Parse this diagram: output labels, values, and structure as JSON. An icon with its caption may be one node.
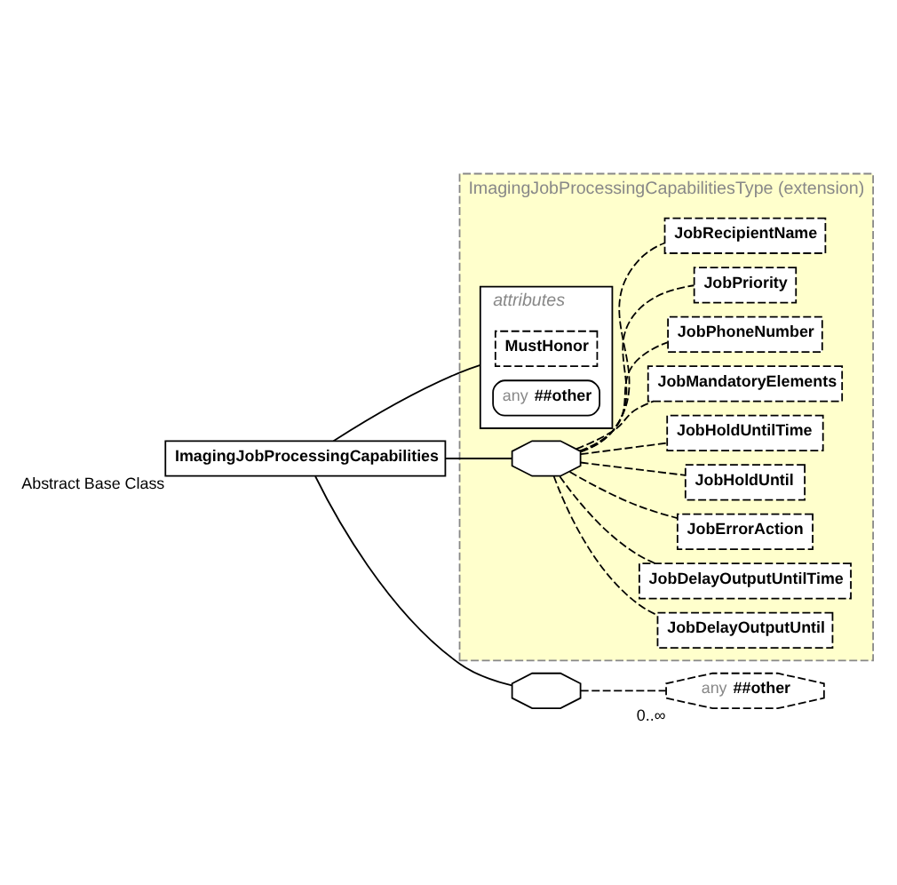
{
  "diagram": {
    "nodes": [
      {
        "text": [
          "ImagingJobProcessingCapabilities"
        ],
        "beside": [
          "Abstract Base Class"
        ]
      },
      {
        "text": [
          "ImagingJobProcessingCapabilitiesType (extension)"
        ]
      },
      {
        "text": [
          "attributes"
        ],
        "in": 1
      },
      {
        "text": [
          "MustHonor"
        ],
        "in": 2
      },
      {
        "text": [
          "any",
          "##other"
        ],
        "in": 2
      },
      {
        "text": [],
        "shape": "octagon",
        "in": 1
      },
      {
        "text": [
          "JobDelayOutputUntil"
        ],
        "in": 1
      },
      {
        "text": [
          "JobDelayOutputUntilTime"
        ],
        "in": 1
      },
      {
        "text": [
          "JobErrorAction"
        ],
        "in": 1
      },
      {
        "text": [
          "JobHoldUntil"
        ],
        "in": 1
      },
      {
        "text": [
          "JobHoldUntilTime"
        ],
        "in": 1
      },
      {
        "text": [
          "JobMandatoryElements"
        ],
        "in": 1
      },
      {
        "text": [
          "JobPhoneNumber"
        ],
        "in": 1
      },
      {
        "text": [
          "JobPriority"
        ],
        "in": 1
      },
      {
        "text": [
          "JobRecipientName"
        ],
        "in": 1
      },
      {
        "text": [],
        "shape": "octagon"
      },
      {
        "text": [
          "any",
          "##other"
        ],
        "beside": [
          "0..∞"
        ]
      }
    ],
    "edges": [
      {
        "from": 0,
        "to": 2,
        "arrow": "none"
      },
      {
        "from": 0,
        "to": 5,
        "arrow": "none"
      },
      {
        "from": 0,
        "to": 15,
        "arrow": "none"
      },
      {
        "from": 5,
        "to": 6,
        "arrow": "none",
        "style": "dashed"
      },
      {
        "from": 5,
        "to": 7,
        "arrow": "none",
        "style": "dashed"
      },
      {
        "from": 5,
        "to": 8,
        "arrow": "none",
        "style": "dashed"
      },
      {
        "from": 5,
        "to": 9,
        "arrow": "none",
        "style": "dashed"
      },
      {
        "from": 5,
        "to": 10,
        "arrow": "none",
        "style": "dashed"
      },
      {
        "from": 5,
        "to": 11,
        "arrow": "none",
        "style": "dashed"
      },
      {
        "from": 5,
        "to": 12,
        "arrow": "none",
        "style": "dashed"
      },
      {
        "from": 5,
        "to": 13,
        "arrow": "none",
        "style": "dashed"
      },
      {
        "from": 5,
        "to": 14,
        "arrow": "none",
        "style": "dashed"
      },
      {
        "from": 15,
        "to": 16,
        "arrow": "none",
        "style": "dashed"
      }
    ]
  }
}
